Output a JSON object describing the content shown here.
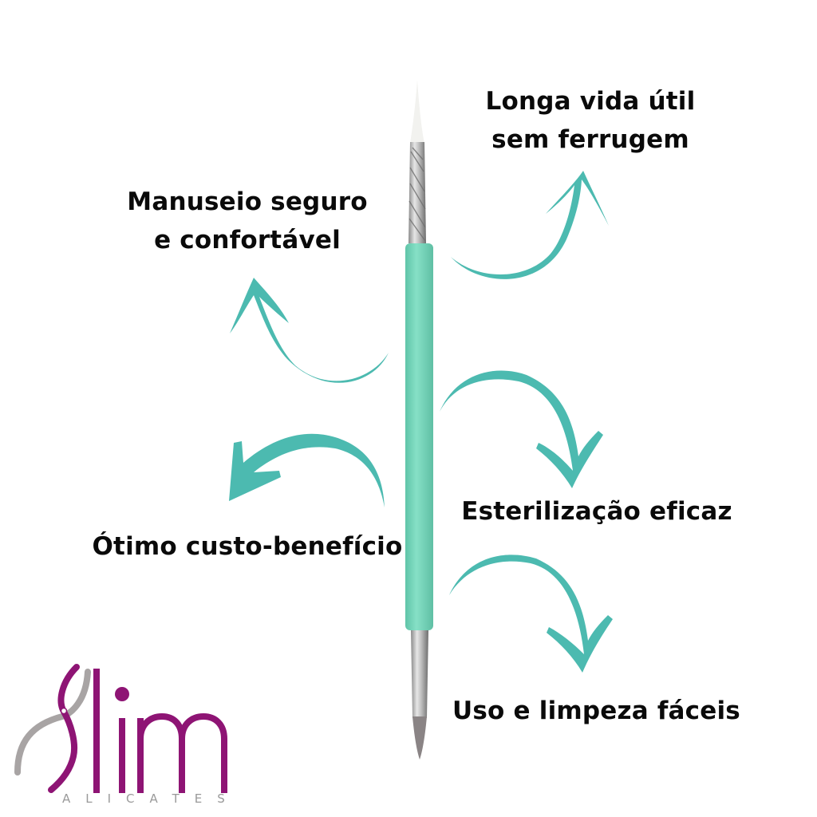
{
  "colors": {
    "accent": "#4cbab0",
    "handle": "#7ad8be",
    "brand_purple": "#8e1474",
    "brand_gray": "#a8a4a4",
    "text": "#0a0a0a"
  },
  "features": [
    {
      "id": "longevity",
      "line1": "Longa vida útil",
      "line2": "sem ferrugem"
    },
    {
      "id": "handling",
      "line1": "Manuseio seguro",
      "line2": "e confortável"
    },
    {
      "id": "sterilization",
      "line1": "Esterilização eficaz"
    },
    {
      "id": "cost",
      "line1": "Ótimo custo-benefício"
    },
    {
      "id": "cleaning",
      "line1": "Uso e limpeza fáceis"
    }
  ],
  "brand": {
    "name": "Slim",
    "subtitle": "ALICATES"
  }
}
